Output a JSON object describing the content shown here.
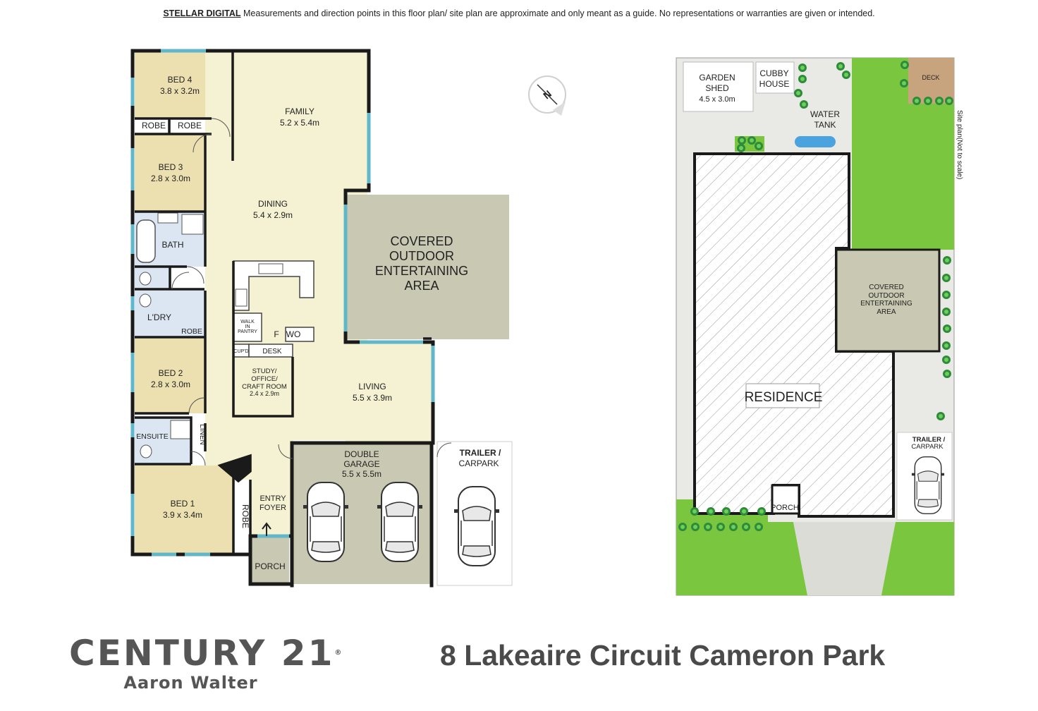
{
  "disclaimer": {
    "brand": "STELLAR DIGITAL",
    "text": " Measurements and direction points in this floor plan/ site plan are approximate and only meant as a guide. No representations or warranties are given or intended."
  },
  "floor_plan": {
    "north": "N",
    "rooms": {
      "bed4": {
        "name": "BED 4",
        "size": "3.8 x 3.2m"
      },
      "robe1": "ROBE",
      "robe2": "ROBE",
      "bed3": {
        "name": "BED 3",
        "size": "2.8 x 3.0m"
      },
      "family": {
        "name": "FAMILY",
        "size": "5.2 x 5.4m"
      },
      "dining": {
        "name": "DINING",
        "size": "5.4 x 2.9m"
      },
      "bath": "BATH",
      "ldry": "L'DRY",
      "robe3": "ROBE",
      "bed2": {
        "name": "BED 2",
        "size": "2.8 x 3.0m"
      },
      "ensuite": "ENSUITE",
      "linen": "LINEN",
      "bed1": {
        "name": "BED 1",
        "size": "3.9 x 3.4m"
      },
      "robe4": "ROBE",
      "walkin": [
        "WALK",
        "IN",
        "PANTRY"
      ],
      "fridge": "F",
      "wo": "WO",
      "cupd": "CUP'D",
      "desk": "DESK",
      "study": {
        "l1": "STUDY/",
        "l2": "OFFICE/",
        "l3": "CRAFT ROOM",
        "size": "2.4 x 2.9m"
      },
      "living": {
        "name": "LIVING",
        "size": "5.5 x 3.9m"
      },
      "entry": {
        "l1": "ENTRY",
        "l2": "FOYER"
      },
      "porch": "PORCH",
      "garage": {
        "l1": "DOUBLE",
        "l2": "GARAGE",
        "size": "5.5 x 5.5m"
      },
      "outdoor": {
        "l1": "COVERED",
        "l2": "OUTDOOR",
        "l3": "ENTERTAINING",
        "l4": "AREA"
      },
      "trailer": {
        "l1": "TRAILER /",
        "l2": "CARPARK"
      }
    }
  },
  "site_plan": {
    "shed": {
      "l1": "GARDEN",
      "l2": "SHED",
      "size": "4.5 x 3.0m"
    },
    "cubby": {
      "l1": "CUBBY",
      "l2": "HOUSE"
    },
    "tank": {
      "l1": "WATER",
      "l2": "TANK"
    },
    "deck": "DECK",
    "note": "Site plan(Not to scale)",
    "outdoor": {
      "l1": "COVERED",
      "l2": "OUTDOOR",
      "l3": "ENTERTAINING",
      "l4": "AREA"
    },
    "residence": "RESIDENCE",
    "porch": "PORCH",
    "trailer": {
      "l1": "TRAILER /",
      "l2": "CARPARK"
    }
  },
  "footer": {
    "logo": "CENTURY 21",
    "logo_mark": "®",
    "agent": "Aaron Walter",
    "address": "8 Lakeaire Circuit Cameron Park"
  },
  "colors": {
    "wall": "#1a1a1a",
    "room_tan": "#ece0b1",
    "room_cream": "#f4f2d2",
    "wet_blue": "#dbe6f2",
    "outdoor_grey": "#c9c8b2",
    "lawn": "#7bc63f",
    "window": "#5fb7c9"
  }
}
